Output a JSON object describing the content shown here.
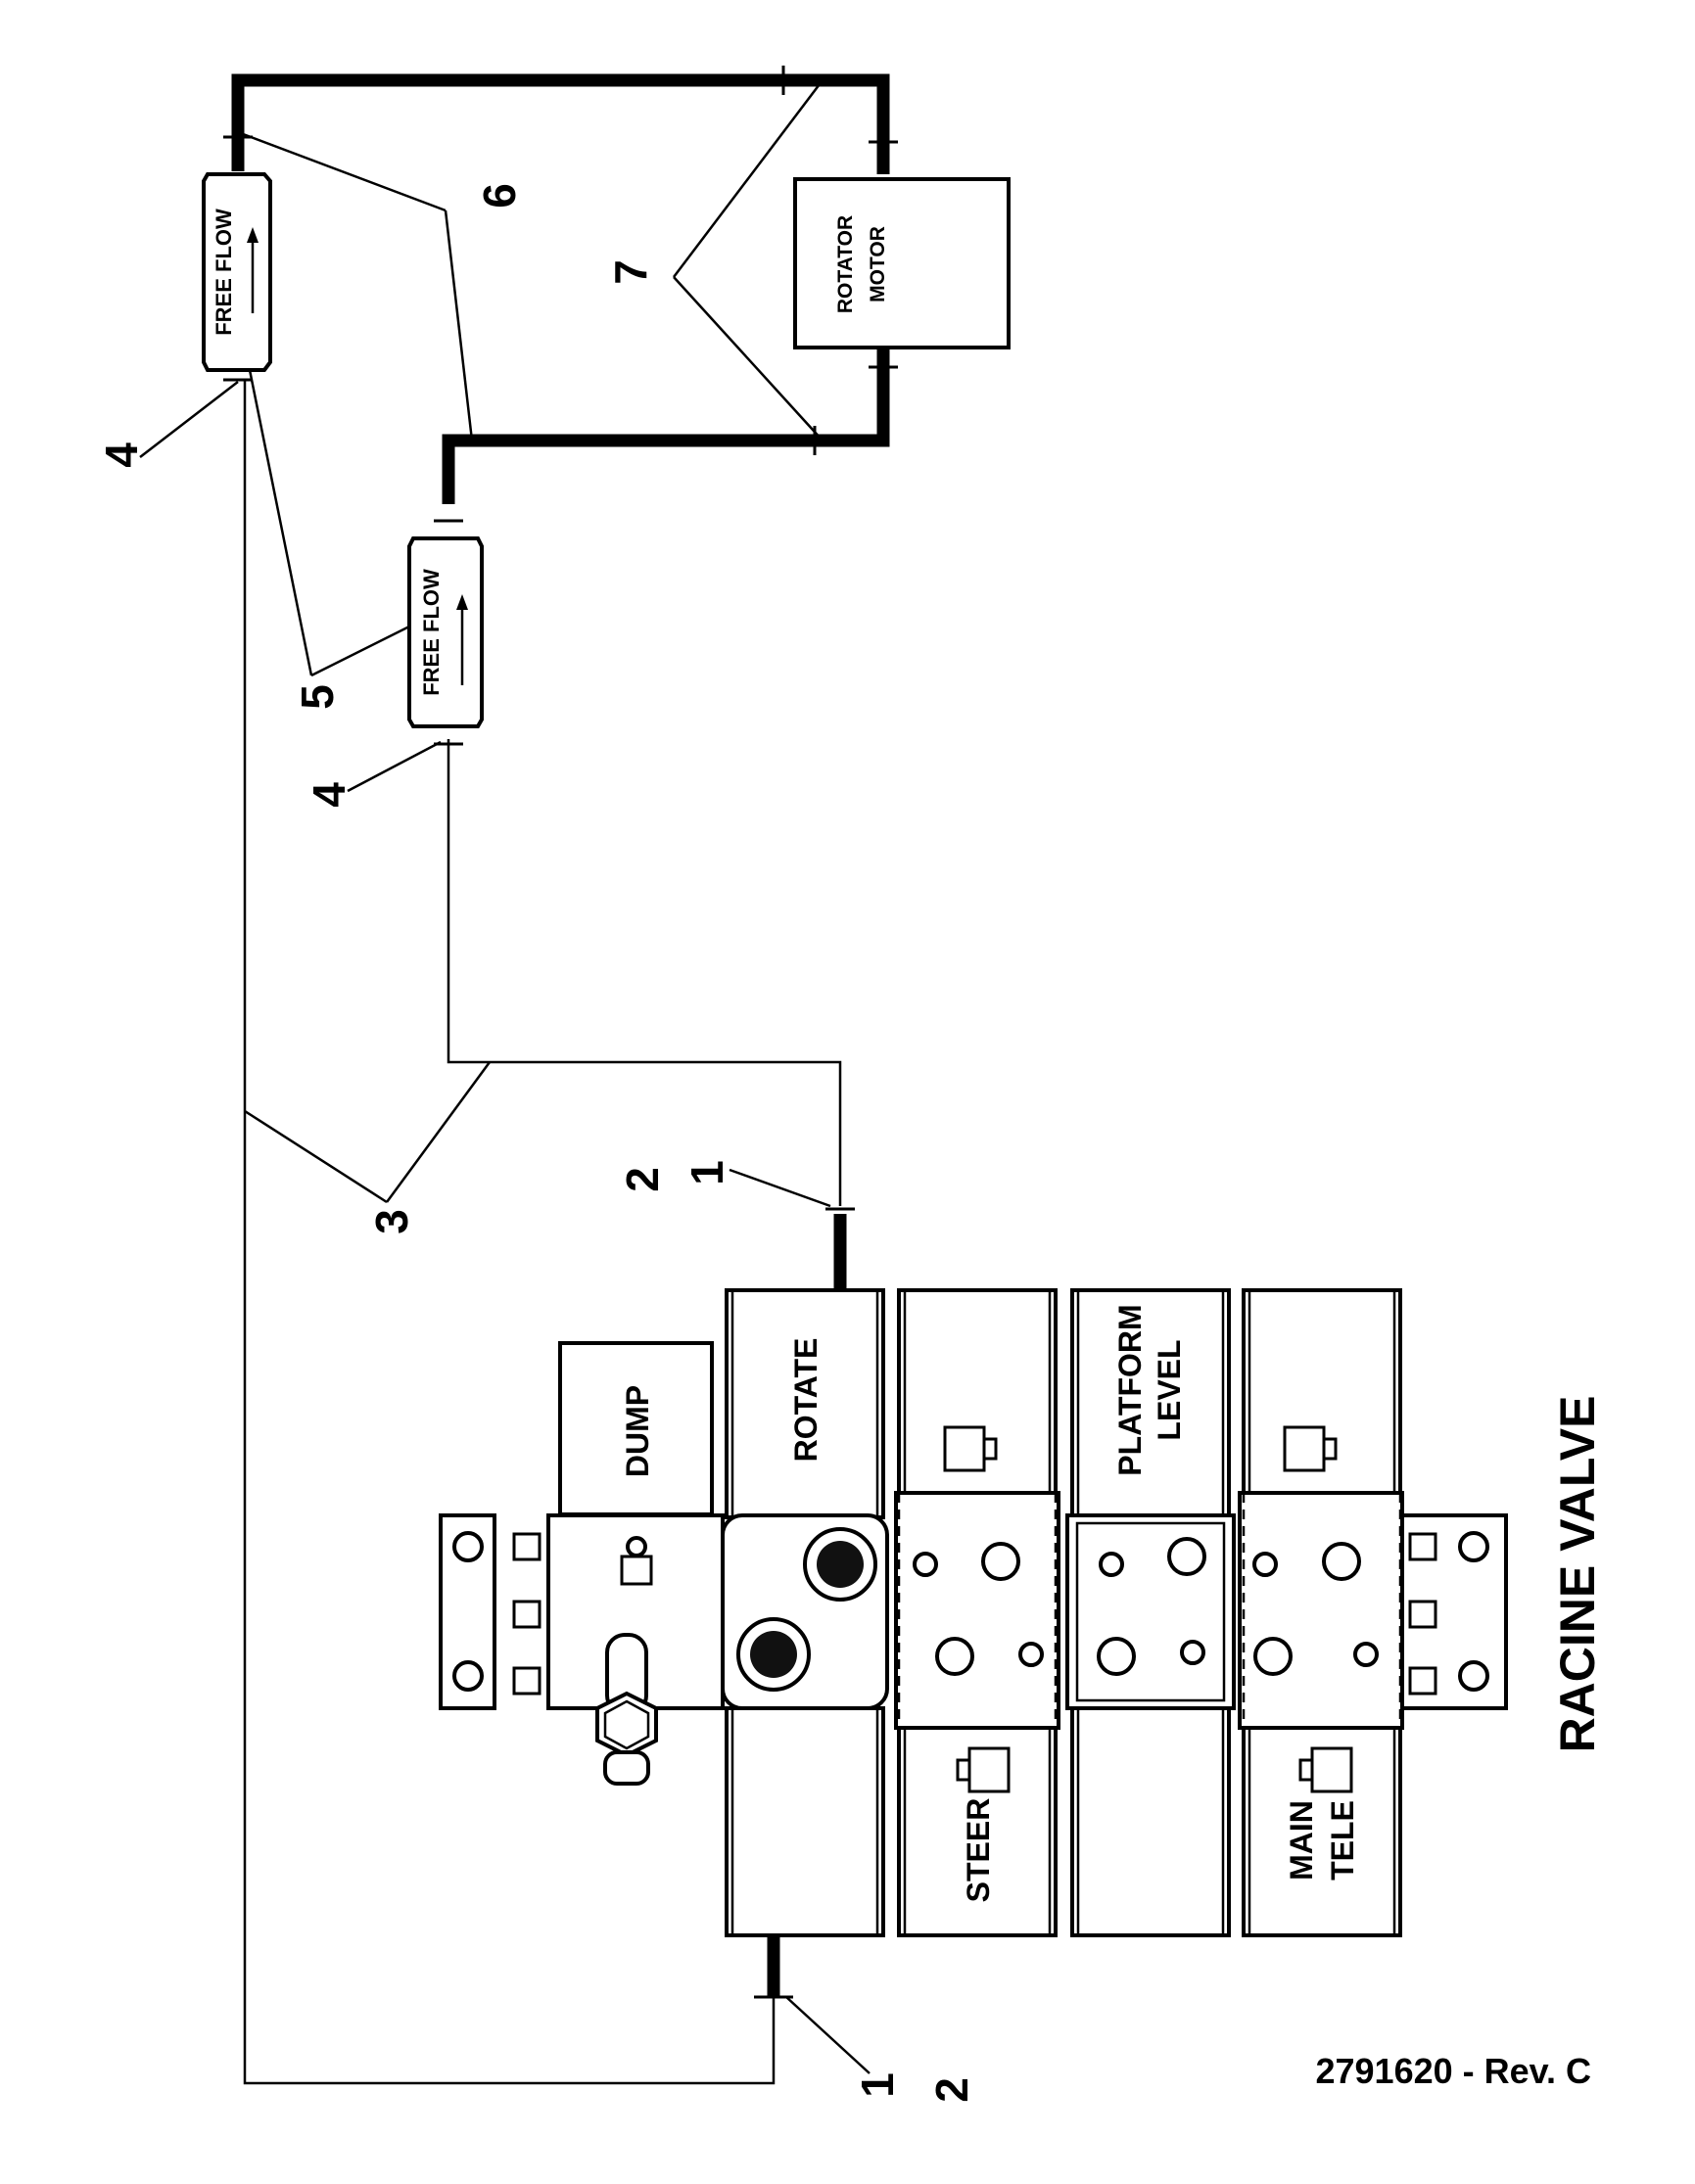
{
  "valve": {
    "title": "RACINE VALVE",
    "sections": {
      "dump": "DUMP",
      "rotate": "ROTATE",
      "platform_level_1": "PLATFORM",
      "platform_level_2": "LEVEL",
      "steer": "STEER",
      "main_tele_1": "MAIN",
      "main_tele_2": "TELE"
    }
  },
  "components": {
    "free_flow_label": "FREE FLOW",
    "rotator_motor_1": "ROTATOR",
    "rotator_motor_2": "MOTOR"
  },
  "callouts": {
    "c1": "1",
    "c2": "2",
    "c3": "3",
    "c4": "4",
    "c5": "5",
    "c6": "6",
    "c7": "7"
  },
  "drawing_number": "2791620 - Rev. C"
}
